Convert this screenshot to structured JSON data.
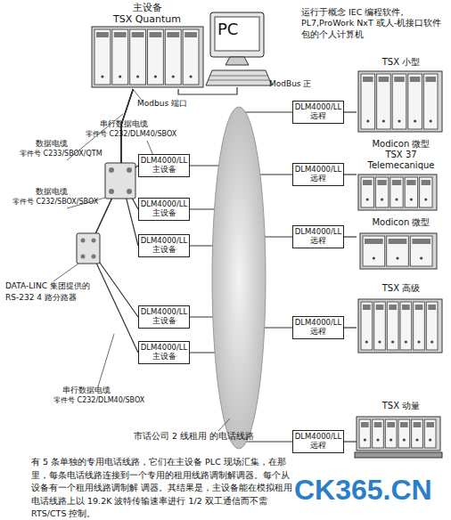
{
  "diagram": {
    "caption": "有 5 条单独的专用电话线路，它们在主设备 PLC 现场汇集，在那里，每条电话线路连接到一个专用的租用线路调制解调器。每个从设备有一个租用线路调制解 调器。其结果是，主设备能在模拟租用电话线路上以 19.2K 波特传输速率进行 1/2 双工通信而不需 RTS/CTS 控制。",
    "nodes": [
      {
        "text": [
          "主设备",
          "TSX Quantum"
        ]
      },
      {
        "text": [
          "PC"
        ]
      },
      {
        "text": [
          "DLM4000/LL 主设备"
        ]
      },
      {
        "text": [
          "DLM4000/LL 主设备"
        ]
      },
      {
        "text": [
          "DLM4000/LL 主设备"
        ]
      },
      {
        "text": [
          "DLM4000/LL 主设备"
        ]
      },
      {
        "text": [
          "DLM4000/LL 主设备"
        ]
      },
      {
        "text": [
          "DLM4000/LL 远程"
        ]
      },
      {
        "text": [
          "DLM4000/LL 远程"
        ]
      },
      {
        "text": [
          "DLM4000/LL 远程"
        ]
      },
      {
        "text": [
          "DLM4000/LL 远程"
        ]
      },
      {
        "text": [
          "DLM4000/LL 远程"
        ]
      },
      {
        "text": [
          "TSX 小型"
        ]
      },
      {
        "text": [
          "Modicon 微型 TSX 37 Telemecanique"
        ]
      },
      {
        "text": [
          "Modicon 微型"
        ]
      },
      {
        "text": [
          "TSX 高级"
        ]
      },
      {
        "text": [
          "TSX 动量"
        ]
      }
    ],
    "edges": [
      {
        "from": 0,
        "to": 1,
        "label": "ModBus 正",
        "arrow": "none"
      },
      {
        "from": 0,
        "to": 2,
        "arrow": "none"
      },
      {
        "from": 0,
        "to": 3,
        "arrow": "none"
      },
      {
        "from": 0,
        "to": 4,
        "arrow": "none"
      },
      {
        "from": 0,
        "to": 5,
        "arrow": "none"
      },
      {
        "from": 0,
        "to": 6,
        "arrow": "none"
      },
      {
        "from": 7,
        "to": 12,
        "arrow": "none"
      },
      {
        "from": 8,
        "to": 13,
        "arrow": "none"
      },
      {
        "from": 9,
        "to": 14,
        "arrow": "none"
      },
      {
        "from": 10,
        "to": 15,
        "arrow": "none"
      },
      {
        "from": 11,
        "to": 16,
        "arrow": "none"
      }
    ],
    "labels": [
      "运行于概念 IEC 编程软件, PL7,ProWork NxT 或人-机接口软件包的个人计算机",
      "Modbus 端口",
      "串行数据电缆",
      "零件号 C232/DLM40/SBOX",
      "数据电缆",
      "零件号 C233/SBOX/QTM",
      "数据电缆",
      "零件号 C232/SBOX/SBOX",
      "DATA-LINC 集团提供的",
      "RS-232 4 路分路器",
      "串行数据电缆",
      "零件号 C232/DLM40/SBOX",
      "市话公司 2 线租用 的电话线路",
      "CK365.CN"
    ]
  }
}
